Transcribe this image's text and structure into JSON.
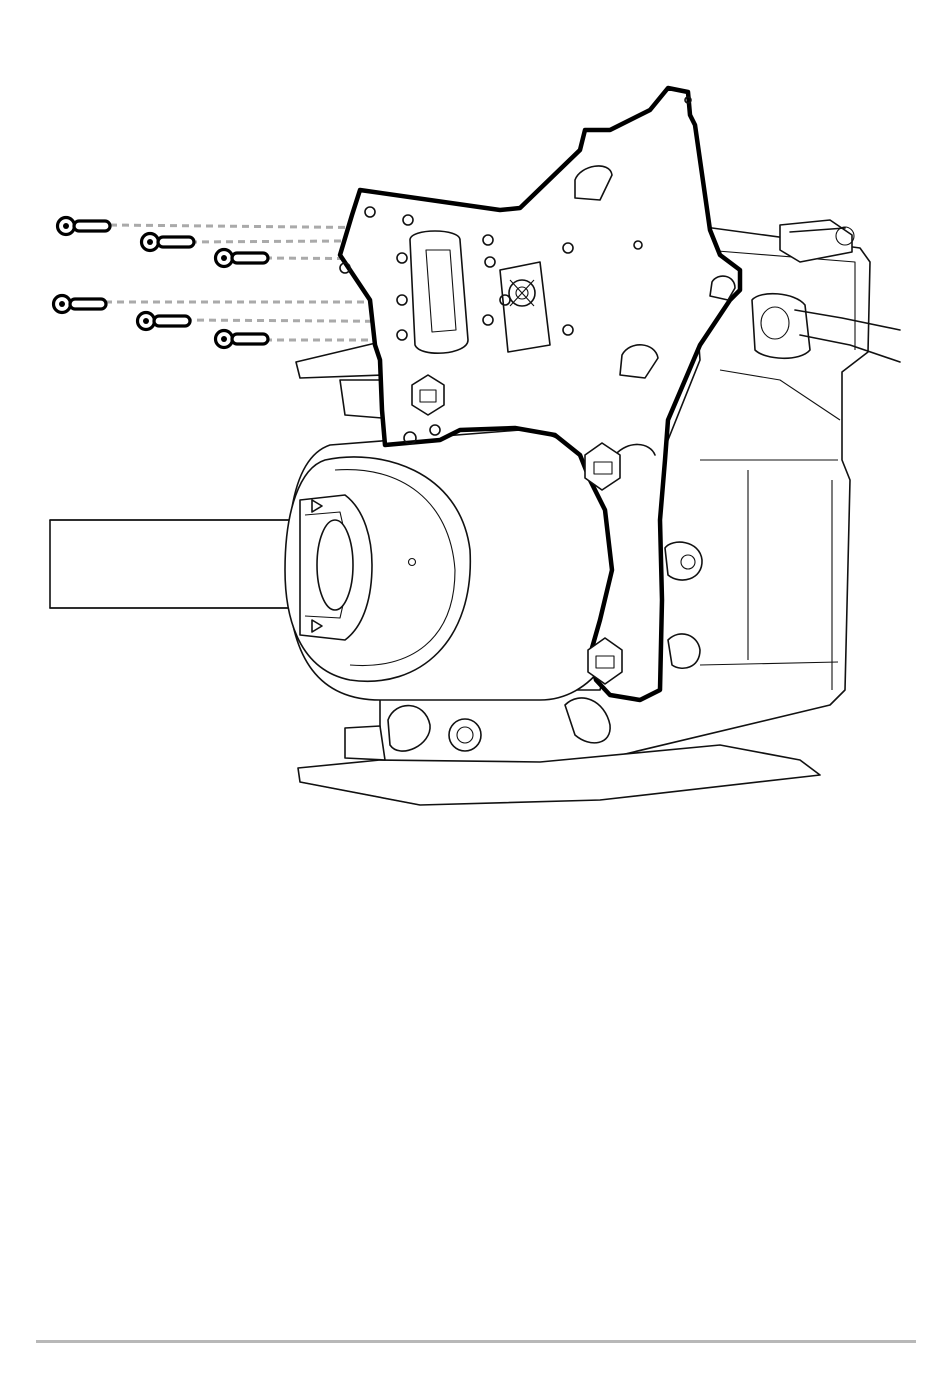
{
  "diagram": {
    "screw_count": 6,
    "colors": {
      "outline": "#111111",
      "highlight_outline": "#000000",
      "guide_dash": "#aaaaaa",
      "footer_rule": "#b8b8b8",
      "background": "#ffffff"
    },
    "icons": [
      "mounting-plate",
      "screw",
      "shaft",
      "bearing-housing",
      "motor-housing",
      "cable-connector",
      "hex-bolt"
    ]
  }
}
